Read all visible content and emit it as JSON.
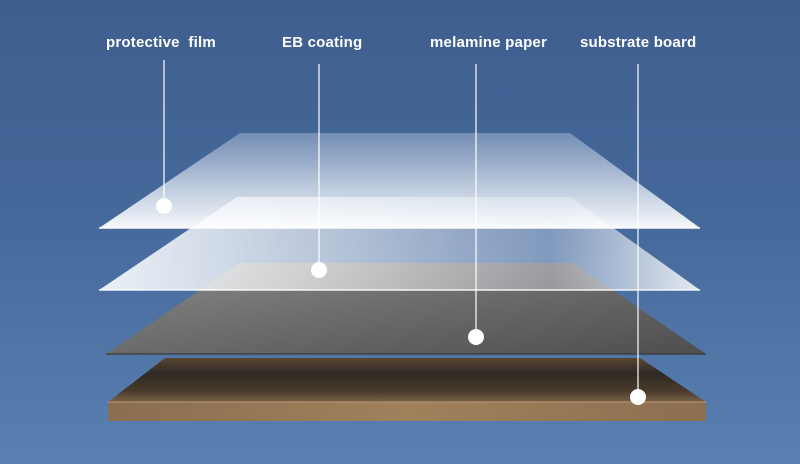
{
  "layers": [
    {
      "id": "protective-film",
      "label": "protective  film"
    },
    {
      "id": "eb-coating",
      "label": "EB coating"
    },
    {
      "id": "melamine-paper",
      "label": "melamine paper"
    },
    {
      "id": "substrate-board",
      "label": "substrate board"
    }
  ]
}
